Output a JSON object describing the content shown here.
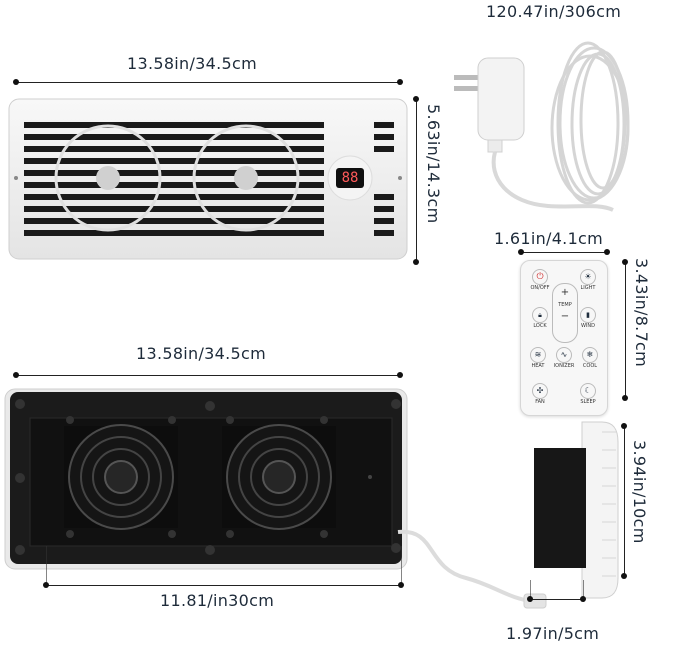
{
  "labels": {
    "top_width": "13.58in/34.5cm",
    "top_height": "5.63in/14.3cm",
    "cord_length": "120.47in/306cm",
    "remote_width": "1.61in/4.1cm",
    "remote_height": "3.43in/8.7cm",
    "back_width": "13.58in/34.5cm",
    "back_inner_width": "11.81/in30cm",
    "side_height": "3.94in/10cm",
    "side_depth": "1.97in/5cm"
  },
  "display": {
    "readout": "88"
  },
  "remote": {
    "buttons": [
      {
        "label": "ON/OFF",
        "icon": "power-icon"
      },
      {
        "label": "LIGHT",
        "icon": "bulb-icon"
      },
      {
        "label": "TEMP",
        "icon": "plus-minus-icon"
      },
      {
        "label": "LOCK",
        "icon": "lock-icon"
      },
      {
        "label": "WIND",
        "icon": "signal-icon"
      },
      {
        "label": "HEAT",
        "icon": "heat-icon"
      },
      {
        "label": "IONIZER",
        "icon": "ionizer-icon"
      },
      {
        "label": "COOL",
        "icon": "snowflake-icon"
      },
      {
        "label": "FAN",
        "icon": "fan-icon"
      },
      {
        "label": "SLEEP",
        "icon": "moon-icon"
      }
    ]
  }
}
